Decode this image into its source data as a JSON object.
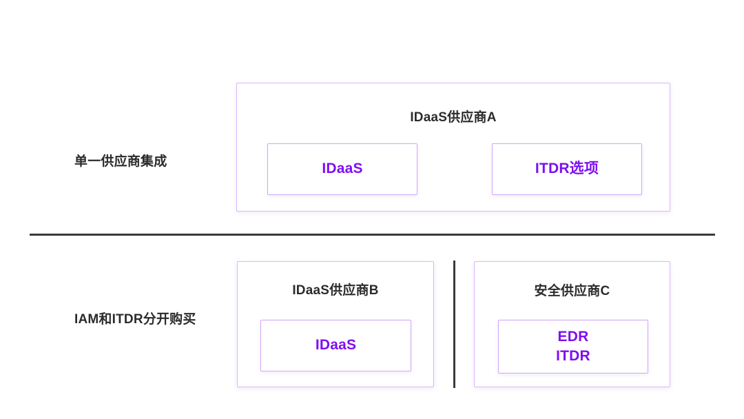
{
  "diagram": {
    "background_color": "#ffffff",
    "accent_color": "#7d0ff0",
    "border_color": "#d9b6fb",
    "divider_color": "#3a3a3a",
    "rows": [
      {
        "label": "单一供应商集成",
        "cards": [
          {
            "title": "IDaaS供应商A",
            "products": [
              {
                "label": "IDaaS"
              },
              {
                "label": "ITDR选项"
              }
            ]
          }
        ]
      },
      {
        "label": "IAM和ITDR分开购买",
        "cards": [
          {
            "title": "IDaaS供应商B",
            "products": [
              {
                "label": "IDaaS"
              }
            ]
          },
          {
            "title": "安全供应商C",
            "products": [
              {
                "label_line_1": "EDR",
                "label_line_2": "ITDR"
              }
            ]
          }
        ]
      }
    ]
  }
}
